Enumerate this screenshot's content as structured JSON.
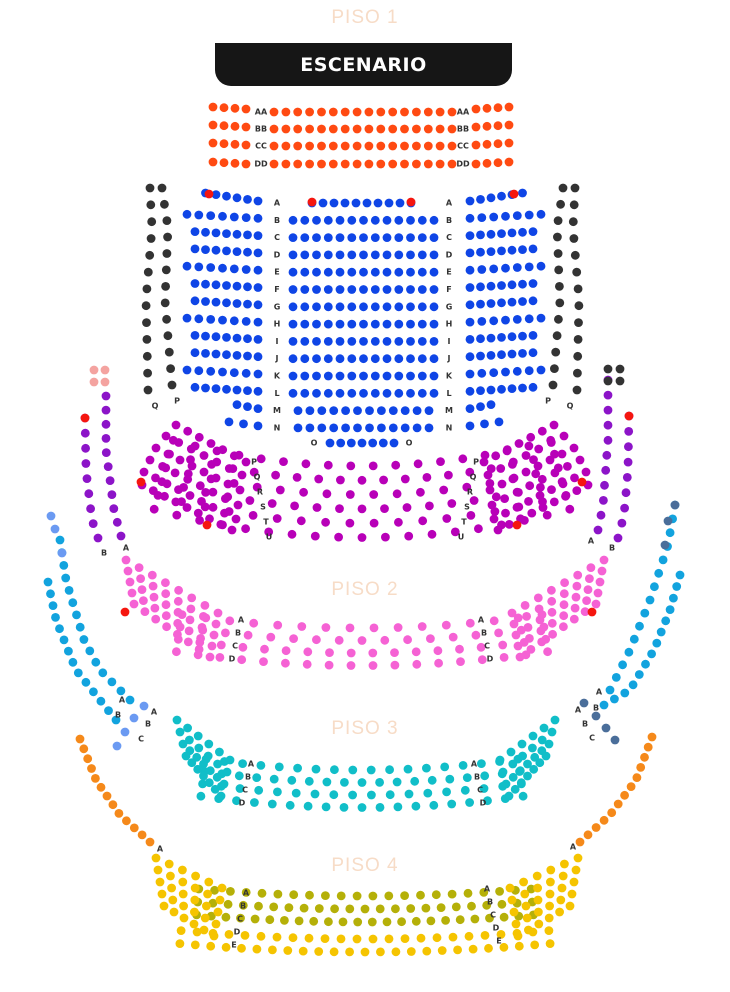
{
  "colors": {
    "floor_label": "#f7dcc7",
    "aa_dd": "#ff4a12",
    "box_dark": "#333333",
    "orchestra": "#0f45e6",
    "accessible": "#f5160f",
    "mezzanine": "#b800b8",
    "box_violet": "#8c14c8",
    "box_pink_pale": "#f4a3a0",
    "piso2": "#f562d4",
    "box_sky": "#12a3de",
    "box_slate": "#4a6e9a",
    "box_periwinkle": "#6b9af2",
    "piso3": "#11bec8",
    "box_orange": "#f5891a",
    "piso4_front": "#b5b008",
    "piso4_back": "#f5c400"
  },
  "stage": {
    "label": "ESCENARIO"
  },
  "floors": [
    {
      "id": "piso1",
      "label": "PISO 1"
    },
    {
      "id": "piso2",
      "label": "PISO 2"
    },
    {
      "id": "piso3",
      "label": "PISO 3"
    },
    {
      "id": "piso4",
      "label": "PISO 4"
    }
  ],
  "rows": {
    "front": [
      "AA",
      "BB",
      "CC",
      "DD"
    ],
    "orchestra": [
      "A",
      "B",
      "C",
      "D",
      "E",
      "F",
      "G",
      "H",
      "I",
      "J",
      "K",
      "L",
      "M",
      "N"
    ],
    "orchestra_last": "O",
    "orchestra_boxes": [
      "Q",
      "P"
    ],
    "mezzanine": [
      "P",
      "Q",
      "R",
      "S",
      "T",
      "U"
    ],
    "piso1_boxes": [
      "B",
      "A"
    ],
    "piso2": [
      "A",
      "B",
      "C",
      "D"
    ],
    "piso2_boxes": [
      "A",
      "B"
    ],
    "piso3": [
      "A",
      "B",
      "C",
      "D"
    ],
    "piso3_boxes": [
      "A",
      "B",
      "C"
    ],
    "piso4": [
      "A",
      "B",
      "C",
      "D",
      "E"
    ],
    "piso4_boxes": [
      "A"
    ]
  }
}
